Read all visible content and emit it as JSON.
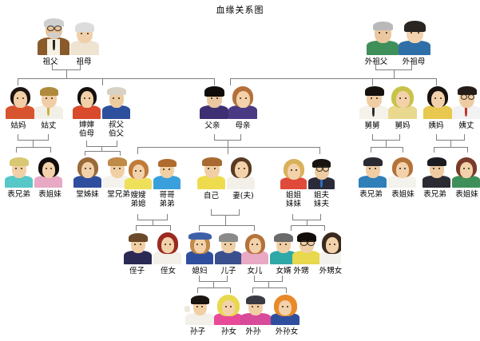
{
  "title": "血缘关系图",
  "colors": {
    "line": "#808080",
    "text": "#000000",
    "background": "#ffffff"
  },
  "generations": [
    {
      "id": "gen-1",
      "name": "grandparents",
      "nodes": [
        {
          "id": "zufu-zumu",
          "labels": [
            "祖父",
            "祖母"
          ],
          "people": [
            {
              "role": "祖父",
              "sex": "m",
              "skin": "#e9c39a",
              "hair": "#cfcfcf",
              "cloth": "#8a5a2b",
              "glasses": true
            },
            {
              "role": "祖母",
              "sex": "f",
              "skin": "#f0d0aa",
              "hair": "#dcdcdc",
              "cloth": "#efe3d2",
              "glasses": false
            }
          ]
        },
        {
          "id": "waizufu-waizumu",
          "labels": [
            "外祖父",
            "外祖母"
          ],
          "people": [
            {
              "role": "外祖父",
              "sex": "m",
              "skin": "#eac79f",
              "hair": "#b9b9b9",
              "cloth": "#3f8f5a",
              "glasses": false
            },
            {
              "role": "外祖母",
              "sex": "f",
              "skin": "#f2d3ad",
              "hair": "#2a2520",
              "cloth": "#2f6fa8",
              "glasses": false
            }
          ]
        }
      ]
    },
    {
      "id": "gen-2",
      "name": "parents-generation",
      "nodes": [
        {
          "id": "guma-guzhang",
          "labels": [
            "姑妈",
            "姑丈"
          ],
          "people": [
            {
              "role": "姑妈",
              "sex": "f",
              "skin": "#f2cfa6",
              "hair": "#1b1410",
              "cloth": "#d8542e",
              "glasses": false
            },
            {
              "role": "姑丈",
              "sex": "m",
              "skin": "#f0cda4",
              "hair": "#b08a3c",
              "cloth": "#f2efe6",
              "glasses": false
            }
          ]
        },
        {
          "id": "shenshen-shufu",
          "labels": [
            "婶婶\n伯母",
            "叔父\n伯父"
          ],
          "label_lines": [
            [
              "婶婶",
              "伯母"
            ],
            [
              "叔父",
              "伯父"
            ]
          ],
          "people": [
            {
              "role": "婶婶/伯母",
              "sex": "f",
              "skin": "#f3d0a8",
              "hair": "#140f0c",
              "cloth": "#d9492c",
              "glasses": false
            },
            {
              "role": "叔父/伯父",
              "sex": "m",
              "skin": "#eccb9f",
              "hair": "#d8d2c4",
              "cloth": "#2e4f9e",
              "glasses": false
            }
          ]
        },
        {
          "id": "fuqin-muqin",
          "labels": [
            "父亲",
            "母亲"
          ],
          "people": [
            {
              "role": "父亲",
              "sex": "m",
              "skin": "#e9c7a0",
              "hair": "#100c0a",
              "cloth": "#3e2f72",
              "glasses": false
            },
            {
              "role": "母亲",
              "sex": "f",
              "skin": "#f3d2ab",
              "hair": "#b5703a",
              "cloth": "#4a3a84",
              "glasses": false
            }
          ]
        },
        {
          "id": "jiujiu-jiuma",
          "labels": [
            "舅舅",
            "舅妈"
          ],
          "people": [
            {
              "role": "舅舅",
              "sex": "m",
              "skin": "#f0cda3",
              "hair": "#17120e",
              "cloth": "#f5f2ea",
              "glasses": false
            },
            {
              "role": "舅妈",
              "sex": "f",
              "skin": "#f3d2ab",
              "hair": "#c9c24a",
              "cloth": "#e9d98f",
              "glasses": false
            }
          ]
        },
        {
          "id": "yima-yizhang",
          "labels": [
            "姨妈",
            "姨丈"
          ],
          "people": [
            {
              "role": "姨妈",
              "sex": "f",
              "skin": "#f3d2ab",
              "hair": "#191310",
              "cloth": "#e8c84e",
              "glasses": false
            },
            {
              "role": "姨丈",
              "sex": "m",
              "skin": "#eecca2",
              "hair": "#241c16",
              "cloth": "#f2f2f2",
              "glasses": true
            }
          ]
        }
      ]
    },
    {
      "id": "gen-3",
      "name": "self-generation",
      "nodes": [
        {
          "id": "biao-cousins-left",
          "labels": [
            "表兄弟",
            "表姐妹"
          ],
          "people": [
            {
              "role": "表兄弟",
              "sex": "m",
              "skin": "#f2d0a7",
              "hair": "#d9c873",
              "cloth": "#57c7c7",
              "glasses": false
            },
            {
              "role": "表姐妹",
              "sex": "f",
              "skin": "#f3d2ab",
              "hair": "#120d0a",
              "cloth": "#e8a9c4",
              "glasses": false
            }
          ]
        },
        {
          "id": "tang-cousins",
          "labels": [
            "堂姊妹",
            "堂兄弟"
          ],
          "people": [
            {
              "role": "堂姊妹",
              "sex": "f",
              "skin": "#f3d2ab",
              "hair": "#9a6a3a",
              "cloth": "#2f4f9e",
              "glasses": false
            },
            {
              "role": "堂兄弟",
              "sex": "m",
              "skin": "#f1cfa5",
              "hair": "#c08a48",
              "cloth": "#f4f2ec",
              "glasses": false
            }
          ]
        },
        {
          "id": "saosao-gege",
          "labels": [
            "嫂嫂\n弟媳",
            "哥哥\n弟弟"
          ],
          "label_lines": [
            [
              "嫂嫂",
              "弟媳"
            ],
            [
              "哥哥",
              "弟弟"
            ]
          ],
          "people": [
            {
              "role": "嫂嫂/弟媳",
              "sex": "f",
              "skin": "#f3d2ab",
              "hair": "#c07a3a",
              "cloth": "#efe05a",
              "glasses": false
            },
            {
              "role": "哥哥/弟弟",
              "sex": "m",
              "skin": "#f1cfa5",
              "hair": "#b06a2e",
              "cloth": "#3aa0dc",
              "glasses": false
            }
          ]
        },
        {
          "id": "ziji-qifu",
          "labels": [
            "自己",
            "妻(夫)"
          ],
          "people": [
            {
              "role": "自己",
              "sex": "m",
              "skin": "#f1cfa5",
              "hair": "#a86a30",
              "cloth": "#eedc4e",
              "glasses": false
            },
            {
              "role": "妻(夫)",
              "sex": "f",
              "skin": "#f3d2ab",
              "hair": "#5a3a22",
              "cloth": "#f2f0e8",
              "glasses": false
            }
          ]
        },
        {
          "id": "jiejie-jiefu",
          "labels": [
            "姐姐\n妹妹",
            "姐夫\n妹夫"
          ],
          "label_lines": [
            [
              "姐姐",
              "妹妹"
            ],
            [
              "姐夫",
              "妹夫"
            ]
          ],
          "people": [
            {
              "role": "姐姐/妹妹",
              "sex": "f",
              "skin": "#f3d2ab",
              "hair": "#d8b15a",
              "cloth": "#e04a3a",
              "glasses": false
            },
            {
              "role": "姐夫/妹夫",
              "sex": "m",
              "skin": "#eecba1",
              "hair": "#1a1410",
              "cloth": "#2a2a38",
              "glasses": true
            }
          ]
        },
        {
          "id": "biao-cousins-r1",
          "labels": [
            "表兄弟",
            "表姐妹"
          ],
          "people": [
            {
              "role": "表兄弟",
              "sex": "m",
              "skin": "#f0cda3",
              "hair": "#2a2a33",
              "cloth": "#2f7fb8",
              "glasses": false
            },
            {
              "role": "表姐妹",
              "sex": "f",
              "skin": "#f3d2ab",
              "hair": "#b4733a",
              "cloth": "#f4f2ec",
              "glasses": false
            }
          ]
        },
        {
          "id": "biao-cousins-r2",
          "labels": [
            "表兄弟",
            "表姐妹"
          ],
          "people": [
            {
              "role": "表兄弟",
              "sex": "m",
              "skin": "#eecba1",
              "hair": "#1b1b22",
              "cloth": "#2b2b33",
              "glasses": false
            },
            {
              "role": "表姐妹",
              "sex": "f",
              "skin": "#f3d2ab",
              "hair": "#7a3a2a",
              "cloth": "#3f8f5a",
              "glasses": false
            }
          ]
        }
      ]
    },
    {
      "id": "gen-4",
      "name": "children-generation",
      "nodes": [
        {
          "id": "zhizi-zhinv",
          "labels": [
            "侄子",
            "侄女"
          ],
          "people": [
            {
              "role": "侄子",
              "sex": "m",
              "skin": "#f1cfa5",
              "hair": "#6a4a2a",
              "cloth": "#2a2a55",
              "glasses": false
            },
            {
              "role": "侄女",
              "sex": "f",
              "skin": "#f3d2ab",
              "hair": "#9a2a22",
              "cloth": "#f2f0e8",
              "glasses": false
            }
          ]
        },
        {
          "id": "xifu-erzi",
          "labels": [
            "媳妇",
            "儿子"
          ],
          "people": [
            {
              "role": "媳妇",
              "sex": "f",
              "skin": "#f3d2ab",
              "hair": "#c08a48",
              "cloth": "#2f4f9e",
              "glasses": false
            },
            {
              "role": "儿子",
              "sex": "m",
              "skin": "#f1cfa5",
              "hair": "#8a8a8a",
              "cloth": "#3a4f8e",
              "glasses": false
            }
          ]
        },
        {
          "id": "nver-nvxu",
          "labels": [
            "女儿",
            "女婿"
          ],
          "people": [
            {
              "role": "女儿",
              "sex": "f",
              "skin": "#f3d2ab",
              "hair": "#b4733a",
              "cloth": "#e8a9c4",
              "glasses": false
            },
            {
              "role": "女婿",
              "sex": "m",
              "skin": "#f1cfa5",
              "hair": "#6a6a6a",
              "cloth": "#2fa8a8",
              "glasses": false
            }
          ]
        },
        {
          "id": "waisheng-waishengnv",
          "labels": [
            "外甥",
            "外甥女"
          ],
          "people": [
            {
              "role": "外甥",
              "sex": "m",
              "skin": "#f1cfa5",
              "hair": "#120d0a",
              "cloth": "#e8d84e",
              "glasses": true
            },
            {
              "role": "外甥女",
              "sex": "f",
              "skin": "#f3d2ab",
              "hair": "#3a2a1e",
              "cloth": "#f4f2ec",
              "glasses": false
            }
          ]
        }
      ]
    },
    {
      "id": "gen-5",
      "name": "grandchildren-generation",
      "nodes": [
        {
          "id": "sunzi-sunnv",
          "labels": [
            "孙子",
            "孙女"
          ],
          "people": [
            {
              "role": "孙子",
              "sex": "m",
              "skin": "#f1cfa5",
              "hair": "#1a1410",
              "cloth": "#f2f0e8",
              "glasses": false
            },
            {
              "role": "孙女",
              "sex": "f",
              "skin": "#f3d2ab",
              "hair": "#e8d84e",
              "cloth": "#e84a9a",
              "glasses": false
            }
          ]
        },
        {
          "id": "waisun-waisunnv",
          "labels": [
            "外孙",
            "外孙女"
          ],
          "people": [
            {
              "role": "外孙",
              "sex": "m",
              "skin": "#f1cfa5",
              "hair": "#3a3a42",
              "cloth": "#d84a9a",
              "glasses": false
            },
            {
              "role": "外孙女",
              "sex": "f",
              "skin": "#f3d2ab",
              "hair": "#e88a2a",
              "cloth": "#2f4f9e",
              "glasses": false
            }
          ]
        }
      ]
    }
  ]
}
